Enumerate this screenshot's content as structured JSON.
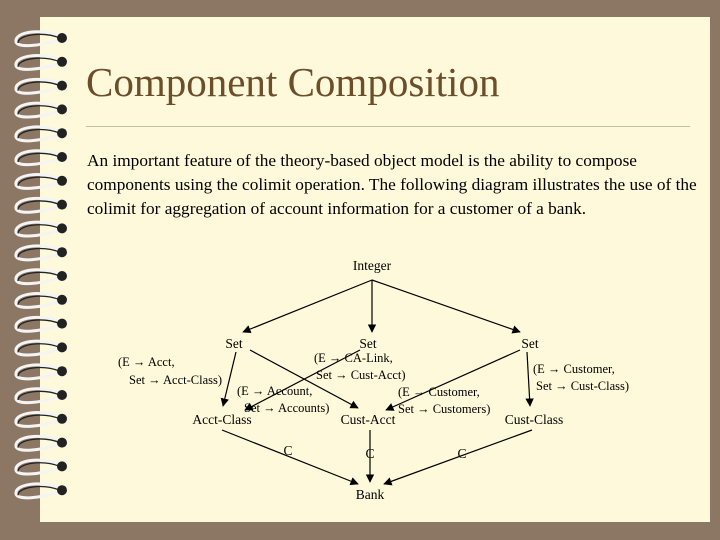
{
  "slide": {
    "title": "Component Composition",
    "body": "An important feature of the theory-based object model is the ability to compose components using the colimit operation.  The following diagram illustrates the use of the colimit for aggregation of account information for a customer of a bank."
  },
  "diagram": {
    "top": "Integer",
    "sets": [
      "Set",
      "Set",
      "Set"
    ],
    "morphisms": {
      "acct_1": "(E → Acct,",
      "acct_2": "Set → Acct-Class)",
      "calink_1": "(E → CA-Link,",
      "calink_2": "Set → Cust-Acct)",
      "customer_1": "(E → Customer,",
      "customer_2": "Set → Cust-Class)",
      "account_1": "(E → Account,",
      "account_2": "Set → Accounts)",
      "customer2_1": "(E → Customer,",
      "customer2_2": "Set → Customers)"
    },
    "classes": [
      "Acct-Class",
      "Cust-Acct",
      "Cust-Class"
    ],
    "c_labels": [
      "C",
      "C",
      "C"
    ],
    "bottom": "Bank"
  },
  "colors": {
    "frame": "#8b7763",
    "slide": "#fdf9da",
    "title": "#6b4e2a"
  }
}
